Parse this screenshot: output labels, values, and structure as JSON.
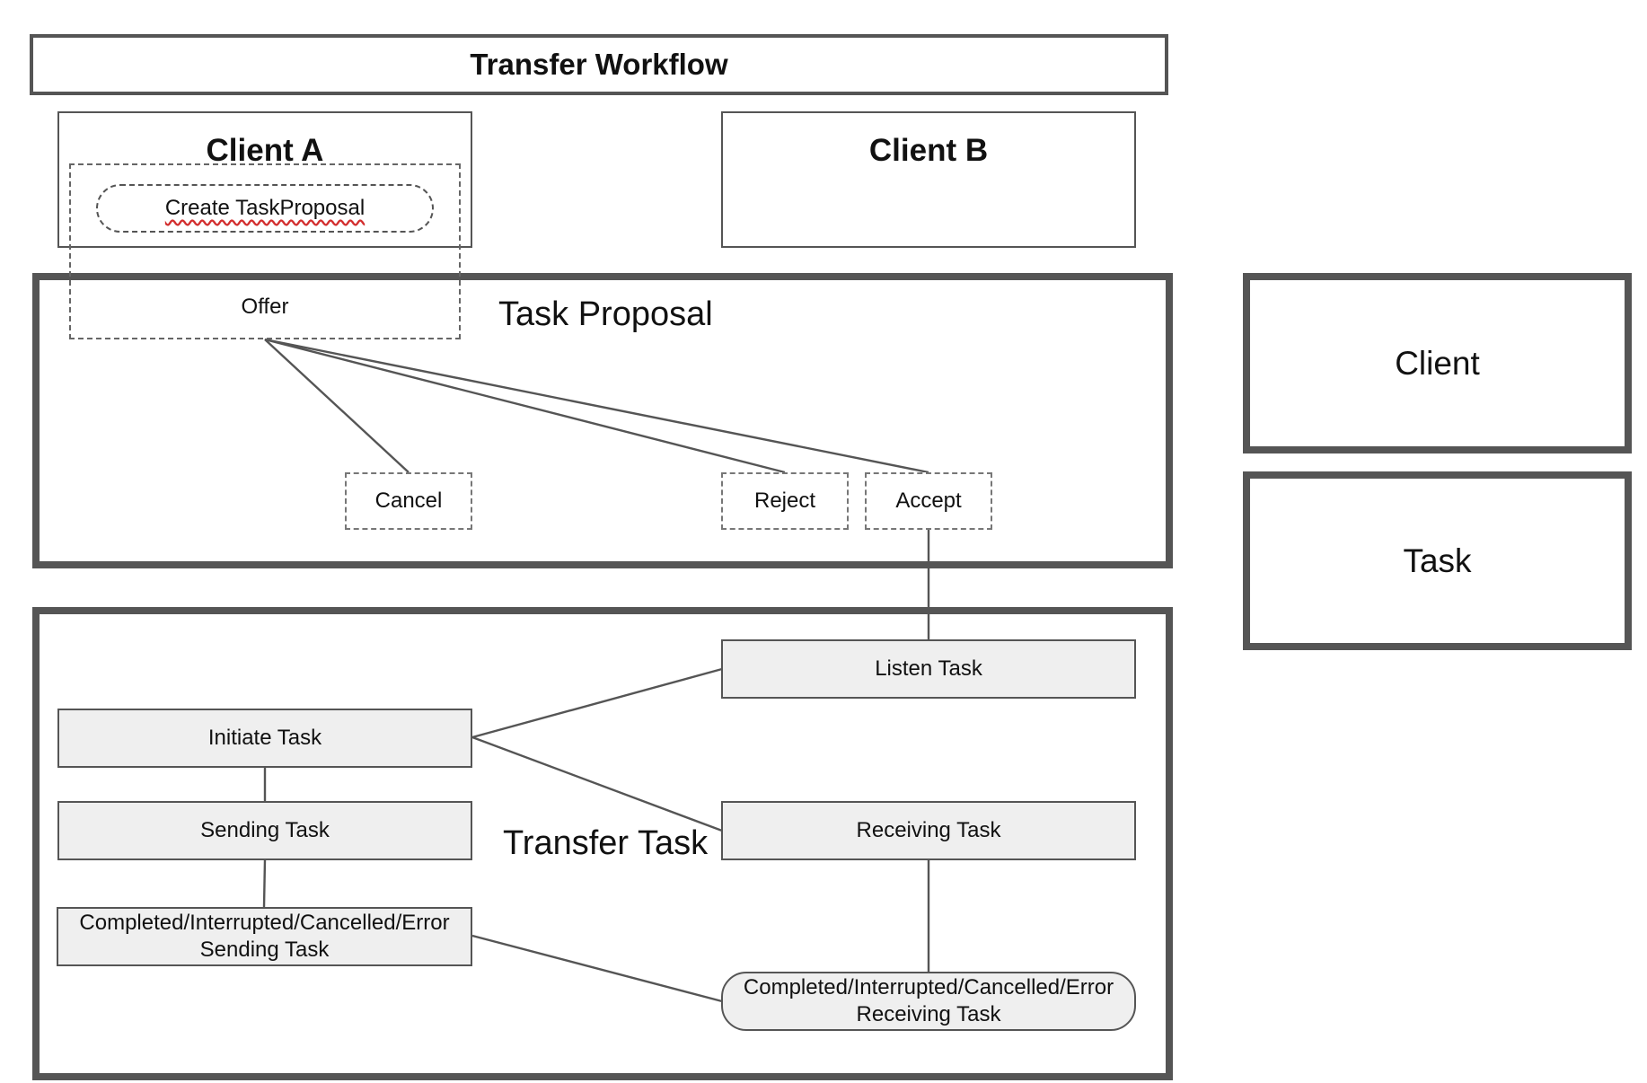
{
  "title": "Transfer Workflow",
  "client_a": {
    "title": "Client A",
    "action": "Create TaskProposal"
  },
  "client_b": {
    "title": "Client B"
  },
  "task_proposal": {
    "label": "Task Proposal",
    "offer": "Offer",
    "cancel": "Cancel",
    "reject": "Reject",
    "accept": "Accept"
  },
  "transfer_task": {
    "label": "Transfer Task",
    "listen": "Listen Task",
    "initiate": "Initiate Task",
    "sending": "Sending Task",
    "receiving": "Receiving Task",
    "sending_end_line1": "Completed/Interrupted/Cancelled/Error",
    "sending_end_line2": "Sending Task",
    "receiving_end_line1": "Completed/Interrupted/Cancelled/Error",
    "receiving_end_line2": "Receiving Task"
  },
  "legend": {
    "client": "Client",
    "task": "Task"
  },
  "colors": {
    "border": "#555555",
    "task_fill": "#efefef",
    "spell_underline": "#d32f2f"
  }
}
